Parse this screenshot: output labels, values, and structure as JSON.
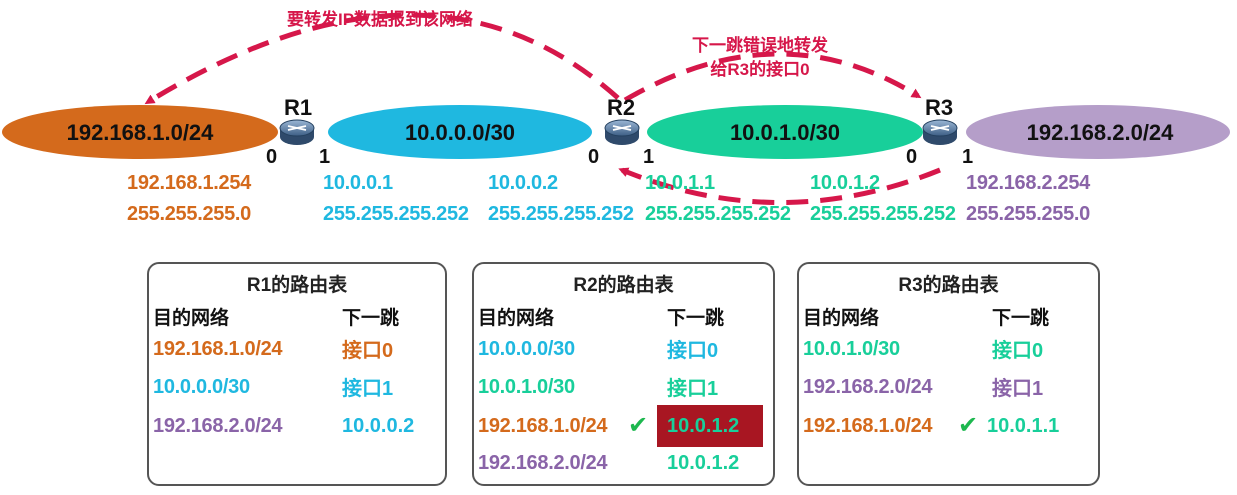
{
  "colors": {
    "orange": "#d46a1c",
    "cyan": "#1fb8e0",
    "green": "#18cf9a",
    "purple": "#8a64a8",
    "arrow": "#d6174a",
    "check": "#1db84f",
    "highlight": "#a81622"
  },
  "networks": [
    {
      "label": "192.168.1.0/24",
      "color": "#d46a1c"
    },
    {
      "label": "10.0.0.0/30",
      "color": "#1fb8e0"
    },
    {
      "label": "10.0.1.0/30",
      "color": "#18cf9a"
    },
    {
      "label": "192.168.2.0/24",
      "color": "#b59ec9"
    }
  ],
  "routers": [
    {
      "name": "R1",
      "port_left": "0",
      "port_right": "1",
      "icon": "router-icon"
    },
    {
      "name": "R2",
      "port_left": "0",
      "port_right": "1",
      "icon": "router-icon"
    },
    {
      "name": "R3",
      "port_left": "0",
      "port_right": "1",
      "icon": "router-icon"
    }
  ],
  "addresses": [
    {
      "ip": "192.168.1.254",
      "mask": "255.255.255.0"
    },
    {
      "ip": "10.0.0.1",
      "mask": "255.255.255.252"
    },
    {
      "ip": "10.0.0.2",
      "mask": "255.255.255.252"
    },
    {
      "ip": "10.0.1.1",
      "mask": "255.255.255.252"
    },
    {
      "ip": "10.0.1.2",
      "mask": "255.255.255.252"
    },
    {
      "ip": "192.168.2.254",
      "mask": "255.255.255.0"
    }
  ],
  "annotations": {
    "top": "要转发IP数据报到该网络",
    "right_line1": "下一跳错误地转发",
    "right_line2": "给R3的接口0"
  },
  "tables": [
    {
      "title": "R1的路由表",
      "header_dest": "目的网络",
      "header_hop": "下一跳",
      "rows": [
        {
          "dest": "192.168.1.0/24",
          "hop": "接口0"
        },
        {
          "dest": "10.0.0.0/30",
          "hop": "接口1"
        },
        {
          "dest": "192.168.2.0/24",
          "hop": "10.0.0.2"
        }
      ]
    },
    {
      "title": "R2的路由表",
      "header_dest": "目的网络",
      "header_hop": "下一跳",
      "rows": [
        {
          "dest": "10.0.0.0/30",
          "hop": "接口0"
        },
        {
          "dest": "10.0.1.0/30",
          "hop": "接口1"
        },
        {
          "dest": "192.168.1.0/24",
          "hop": "10.0.1.2",
          "checked": true,
          "highlighted": true
        },
        {
          "dest": "192.168.2.0/24",
          "hop": "10.0.1.2"
        }
      ]
    },
    {
      "title": "R3的路由表",
      "header_dest": "目的网络",
      "header_hop": "下一跳",
      "rows": [
        {
          "dest": "10.0.1.0/30",
          "hop": "接口0"
        },
        {
          "dest": "192.168.2.0/24",
          "hop": "接口1"
        },
        {
          "dest": "192.168.1.0/24",
          "hop": "10.0.1.1",
          "checked": true
        }
      ]
    }
  ],
  "check_symbol": "✔"
}
